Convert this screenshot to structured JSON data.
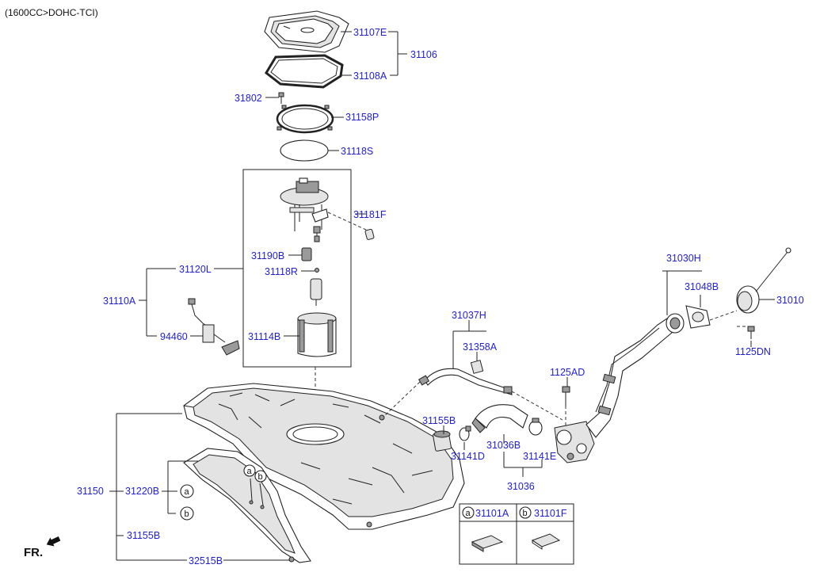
{
  "header": {
    "engine_caption": "(1600CC>DOHC-TCI)"
  },
  "labels": {
    "p31107E": "31107E",
    "p31106": "31106",
    "p31108A": "31108A",
    "p31802": "31802",
    "p31158P": "31158P",
    "p31118S": "31118S",
    "p31181F": "31181F",
    "p31190B": "31190B",
    "p31120L": "31120L",
    "p31118R": "31118R",
    "p31110A": "31110A",
    "p94460": "94460",
    "p31114B": "31114B",
    "p31037H": "31037H",
    "p31358A": "31358A",
    "p31030H": "31030H",
    "p31048B": "31048B",
    "p31010": "31010",
    "p1125AD": "1125AD",
    "p1125DN": "1125DN",
    "p31155B_top": "31155B",
    "p31141D": "31141D",
    "p31036B": "31036B",
    "p31141E": "31141E",
    "p31036": "31036",
    "p31150": "31150",
    "p31220B": "31220B",
    "p31155B_bottom": "31155B",
    "p32515B": "32515B"
  },
  "callouts": {
    "a": "a",
    "b": "b"
  },
  "legend": {
    "a_marker": "a",
    "a_part": "31101A",
    "b_marker": "b",
    "b_part": "31101F"
  },
  "front_indicator": {
    "label": "FR."
  },
  "colors": {
    "part_number": "#1f1fd0",
    "line": "#222222",
    "text": "#111111"
  }
}
